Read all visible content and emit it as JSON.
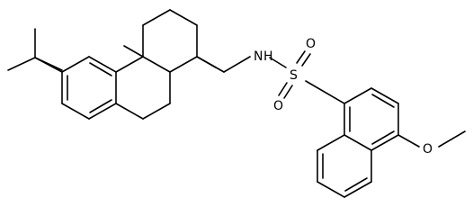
{
  "diagram": {
    "type": "chemical-structure",
    "bond_color": "#000000",
    "background": "#ffffff",
    "atom_labels": {
      "nh": "N",
      "h": "H",
      "sulfur": "S",
      "oxygen_top": "O",
      "oxygen_bottom": "O",
      "oxygen_methoxy": "O"
    }
  }
}
